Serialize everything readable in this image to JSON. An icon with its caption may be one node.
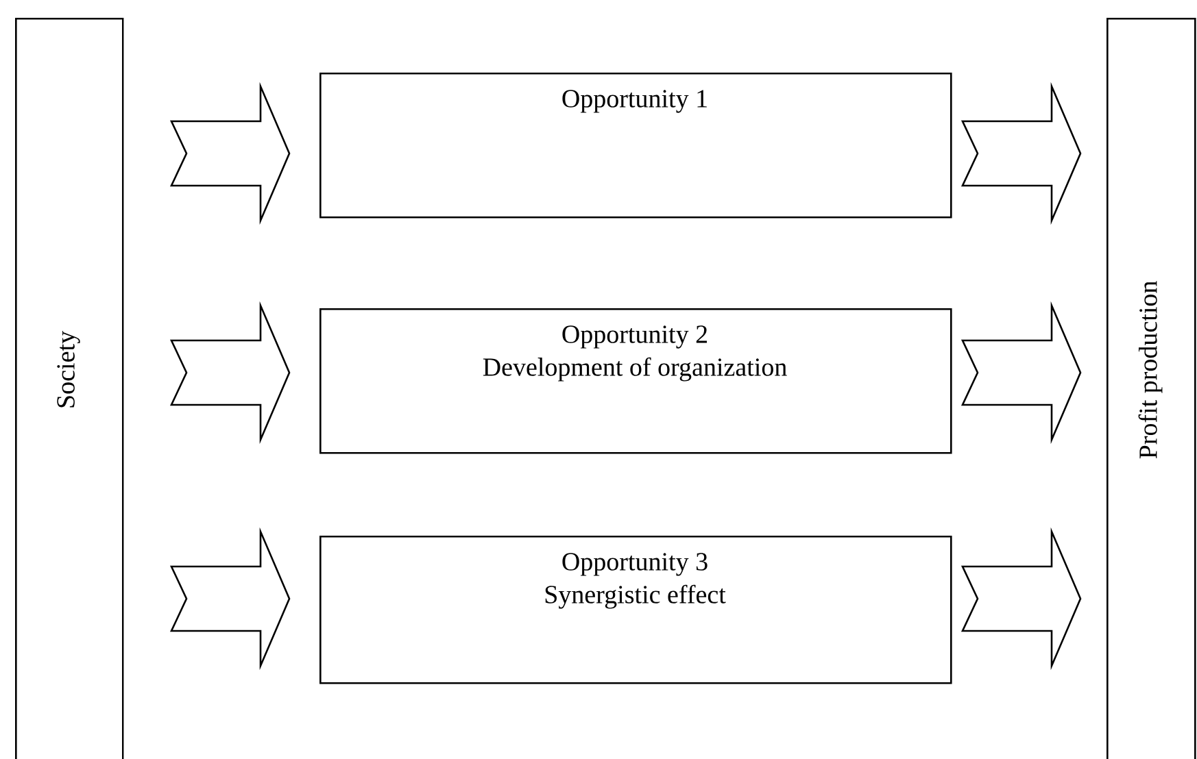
{
  "diagram": {
    "nodes": [
      {
        "text": [
          "Society"
        ]
      },
      {
        "text": [
          "Opportunity 1"
        ]
      },
      {
        "text": [
          "Opportunity 2",
          "Development of organization"
        ]
      },
      {
        "text": [
          "Opportunity 3",
          "Synergistic effect"
        ]
      },
      {
        "text": [
          "Profit production"
        ]
      }
    ],
    "edges": [
      {
        "from": 0,
        "to": 1,
        "arrow": "to"
      },
      {
        "from": 1,
        "to": 4,
        "arrow": "to"
      },
      {
        "from": 0,
        "to": 2,
        "arrow": "to"
      },
      {
        "from": 2,
        "to": 4,
        "arrow": "to"
      },
      {
        "from": 0,
        "to": 3,
        "arrow": "to"
      },
      {
        "from": 3,
        "to": 4,
        "arrow": "to"
      }
    ]
  }
}
